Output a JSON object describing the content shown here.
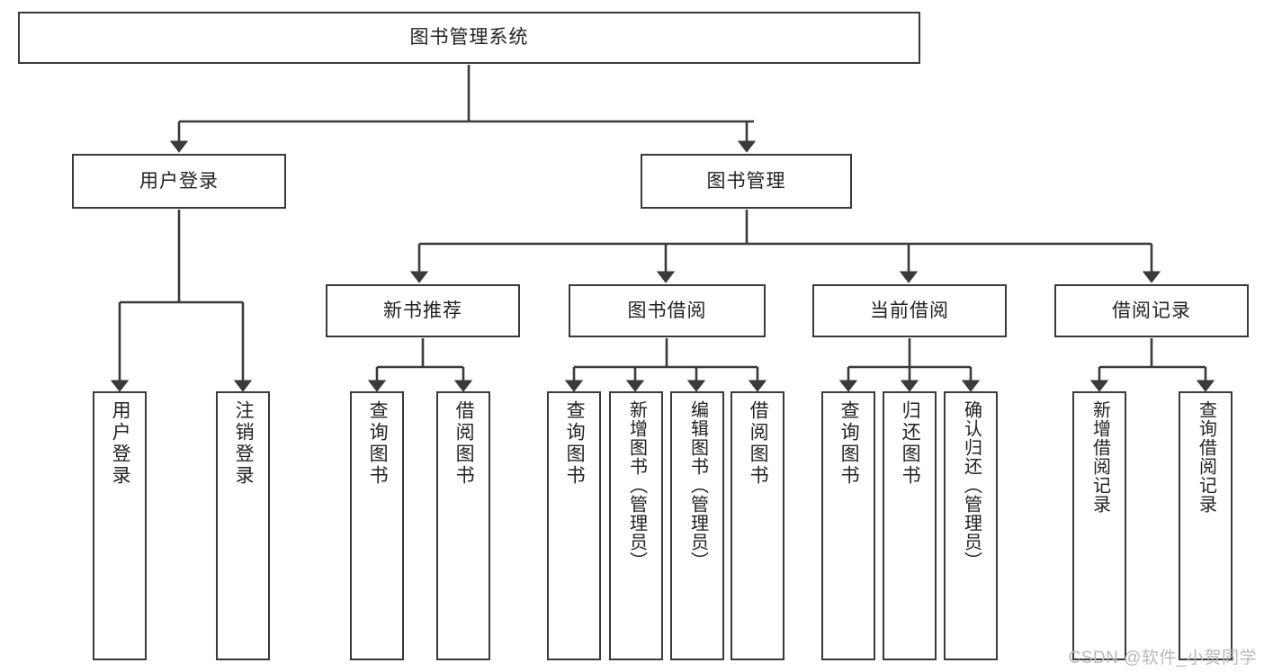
{
  "diagram": {
    "type": "tree",
    "title": "图书管理系统",
    "watermark": "CSDN @软件_小贺同学",
    "colors": {
      "stroke": "#3a3a3a",
      "fill": "#ffffff",
      "text": "#222222",
      "watermark": "#b9b9b9"
    },
    "nodes": {
      "root": "图书管理系统",
      "user_login": "用户登录",
      "book_manage": "图书管理",
      "new_book_rec": "新书推荐",
      "book_borrow": "图书借阅",
      "current_borrow": "当前借阅",
      "borrow_record": "借阅记录",
      "leaf_user_login": "用户登录",
      "leaf_logout": "注销登录",
      "leaf_query_book_1": "查询图书",
      "leaf_borrow_book_1": "借阅图书",
      "leaf_query_book_2": "查询图书",
      "leaf_add_book_admin": "新增图书（管理员）",
      "leaf_edit_book_admin": "编辑图书（管理员）",
      "leaf_borrow_book_2": "借阅图书",
      "leaf_query_book_3": "查询图书",
      "leaf_return_book": "归还图书",
      "leaf_confirm_return_admin": "确认归还（管理员）",
      "leaf_add_record": "新增借阅记录",
      "leaf_query_record": "查询借阅记录"
    },
    "edges": [
      {
        "from": "root",
        "to": "user_login"
      },
      {
        "from": "root",
        "to": "book_manage"
      },
      {
        "from": "user_login",
        "to": "leaf_user_login"
      },
      {
        "from": "user_login",
        "to": "leaf_logout"
      },
      {
        "from": "book_manage",
        "to": "new_book_rec"
      },
      {
        "from": "book_manage",
        "to": "book_borrow"
      },
      {
        "from": "book_manage",
        "to": "current_borrow"
      },
      {
        "from": "book_manage",
        "to": "borrow_record"
      },
      {
        "from": "new_book_rec",
        "to": "leaf_query_book_1"
      },
      {
        "from": "new_book_rec",
        "to": "leaf_borrow_book_1"
      },
      {
        "from": "book_borrow",
        "to": "leaf_query_book_2"
      },
      {
        "from": "book_borrow",
        "to": "leaf_add_book_admin"
      },
      {
        "from": "book_borrow",
        "to": "leaf_edit_book_admin"
      },
      {
        "from": "book_borrow",
        "to": "leaf_borrow_book_2"
      },
      {
        "from": "current_borrow",
        "to": "leaf_query_book_3"
      },
      {
        "from": "current_borrow",
        "to": "leaf_return_book"
      },
      {
        "from": "current_borrow",
        "to": "leaf_confirm_return_admin"
      },
      {
        "from": "borrow_record",
        "to": "leaf_add_record"
      },
      {
        "from": "borrow_record",
        "to": "leaf_query_record"
      }
    ]
  }
}
